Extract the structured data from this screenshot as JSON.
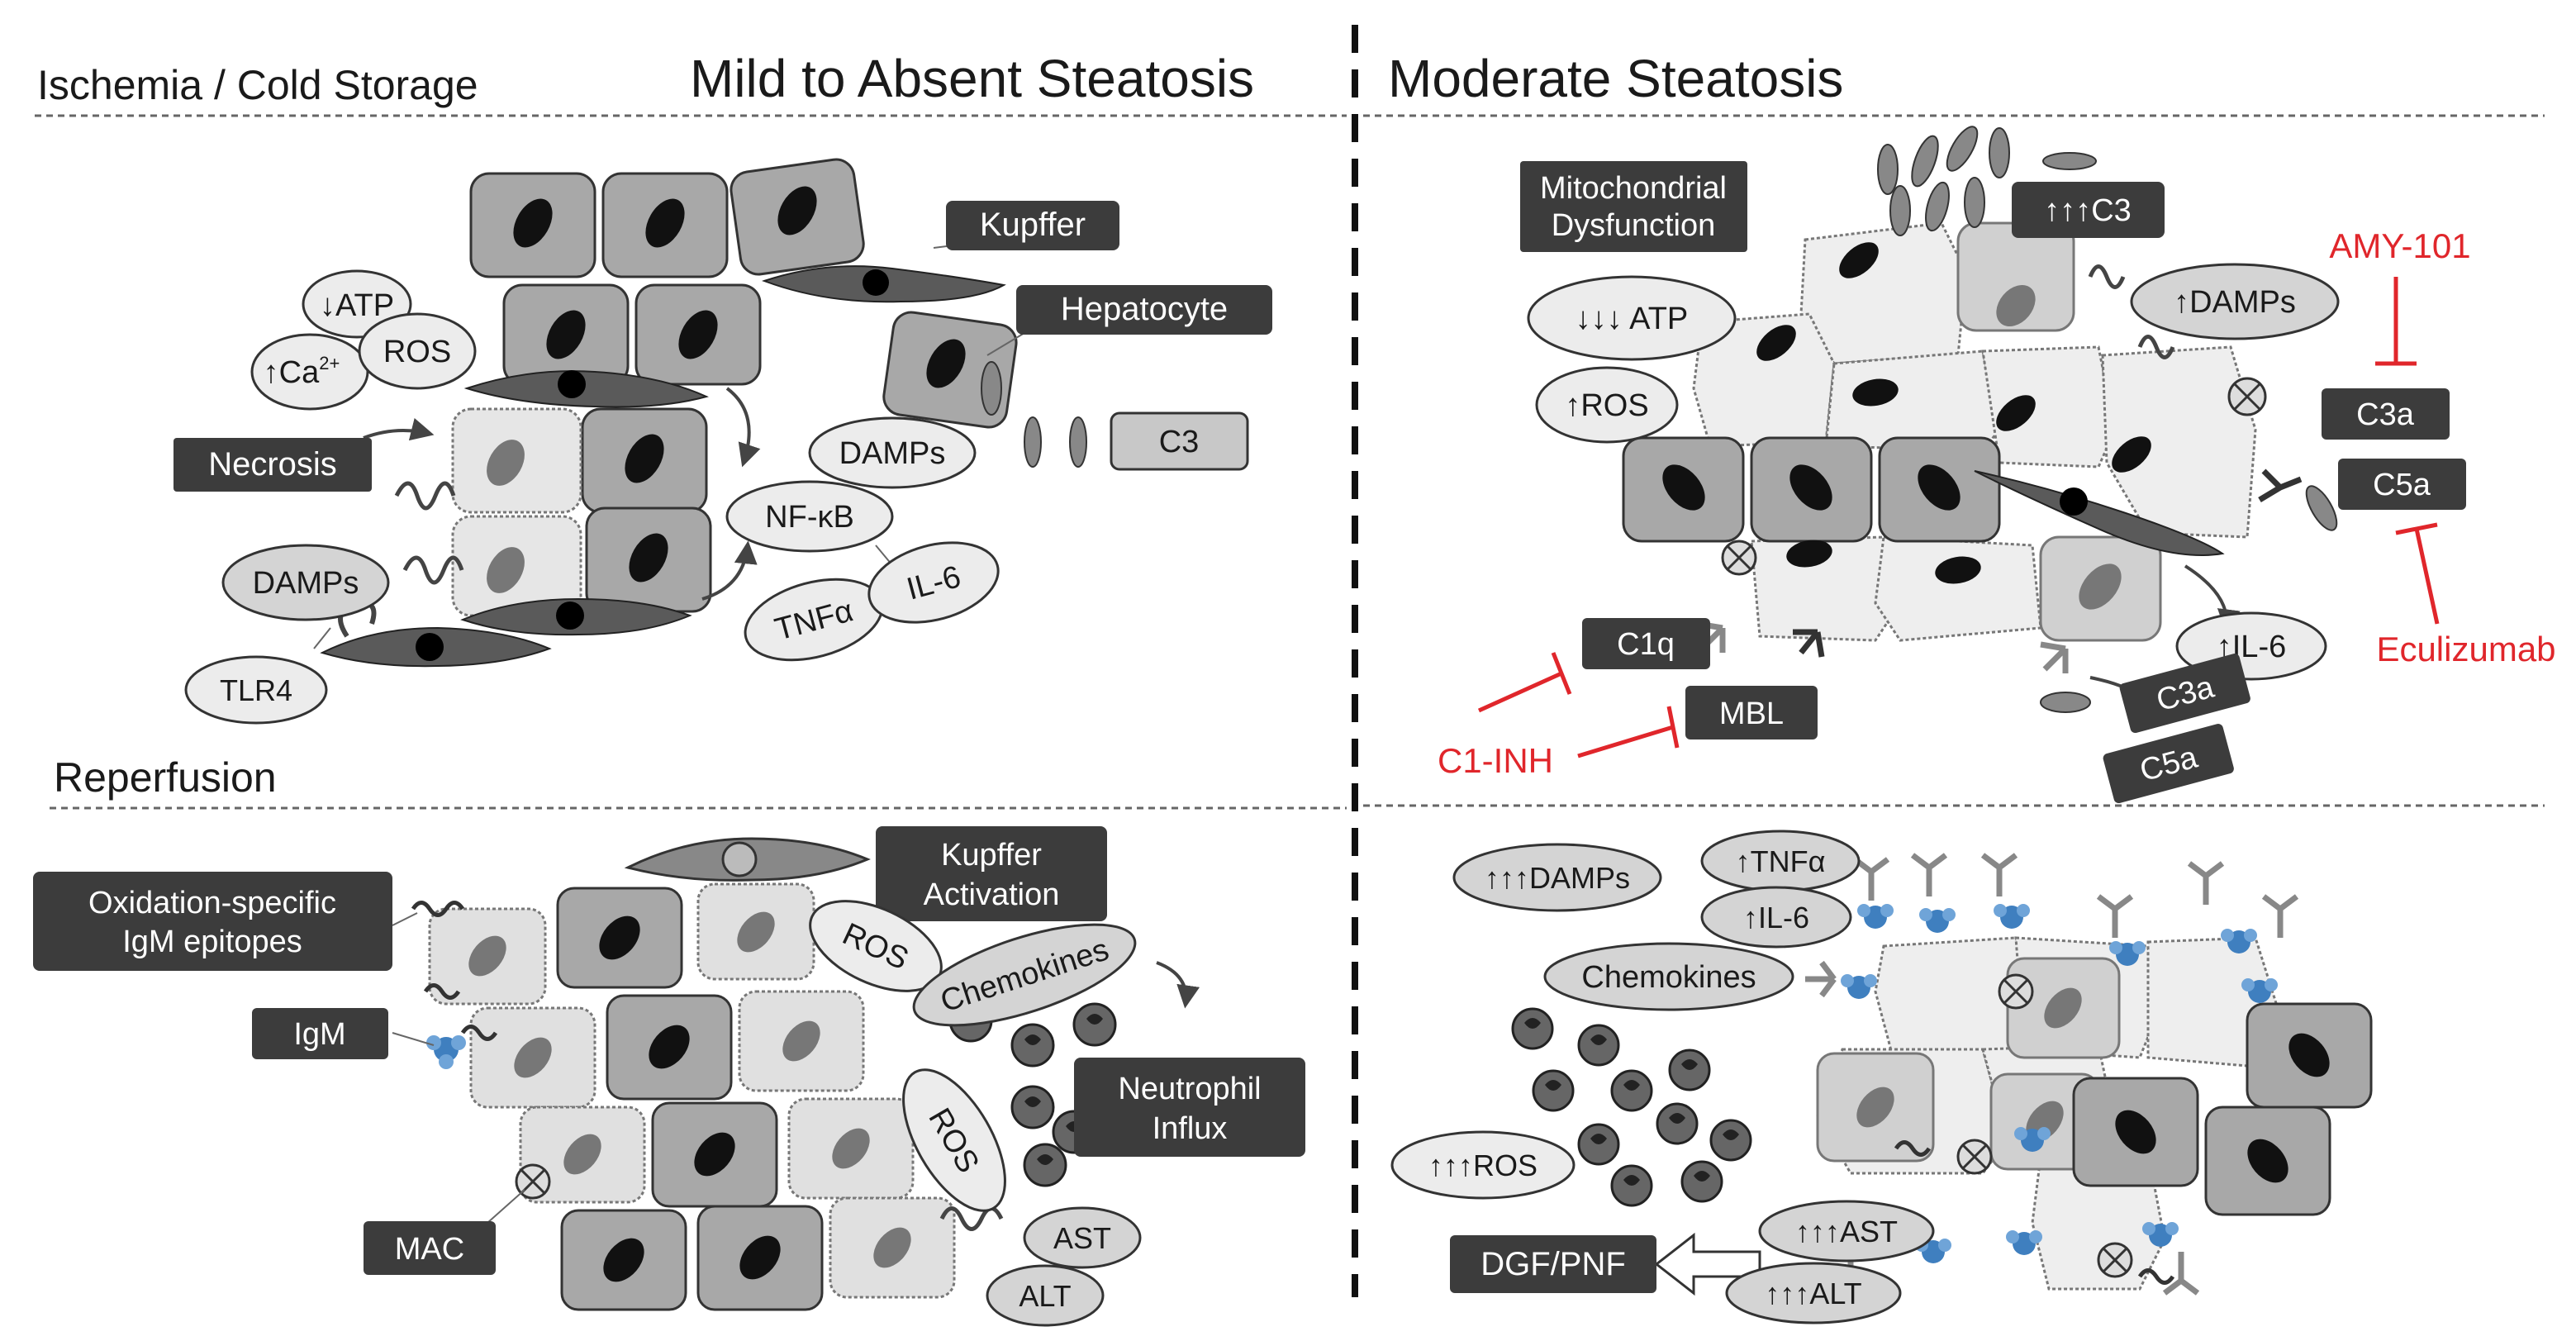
{
  "headers": {
    "ischemia": "Ischemia / Cold Storage",
    "mild": "Mild to Absent Steatosis",
    "moderate": "Moderate Steatosis",
    "reperfusion": "Reperfusion"
  },
  "q1": {
    "kupffer": "Kupffer",
    "hepatocyte": "Hepatocyte",
    "atp": "↓ATP",
    "ca_arrow": "↑Ca",
    "ca_sup": "2+",
    "ros": "ROS",
    "necrosis": "Necrosis",
    "damps_left": "DAMPs",
    "tlr4": "TLR4",
    "damps_right": "DAMPs",
    "c3": "C3",
    "nfkb": "NF-κB",
    "tnf": "TNFα",
    "il6": "IL-6"
  },
  "q2": {
    "mito": [
      "Mitochondrial",
      "Dysfunction"
    ],
    "c3": "↑↑↑C3",
    "atp": "↓↓↓ ATP",
    "ros": "↑ROS",
    "damps": "↑DAMPs",
    "amy": "AMY-101",
    "c3a": "C3a",
    "c5a": "C5a",
    "ecu": "Eculizumab",
    "c1q": "C1q",
    "mbl": "MBL",
    "c1inh": "C1-INH",
    "il6": "↑IL-6",
    "c3a_b": "C3a",
    "c5a_b": "C5a"
  },
  "q3": {
    "oxid": [
      "Oxidation-specific",
      "IgM epitopes"
    ],
    "igm": "IgM",
    "mac": "MAC",
    "kupffer": [
      "Kupffer",
      "Activation"
    ],
    "ros1": "ROS",
    "chemokines": "Chemokines",
    "neutro": [
      "Neutrophil",
      "Influx"
    ],
    "ros2": "ROS",
    "ast": "AST",
    "alt": "ALT"
  },
  "q4": {
    "damps": "↑↑↑DAMPs",
    "tnf": "↑TNFα",
    "il6": "↑IL-6",
    "chemokines": "Chemokines",
    "ros": "↑↑↑ROS",
    "dgf": "DGF/PNF",
    "ast": "↑↑↑AST",
    "alt": "↑↑↑ALT"
  },
  "colors": {
    "dark_box": "#3c3c3c",
    "cell_mid": "#a8a8a8",
    "cell_light": "#e0e0e0",
    "red": "#e0262b",
    "blue": "#3f7fbf"
  }
}
